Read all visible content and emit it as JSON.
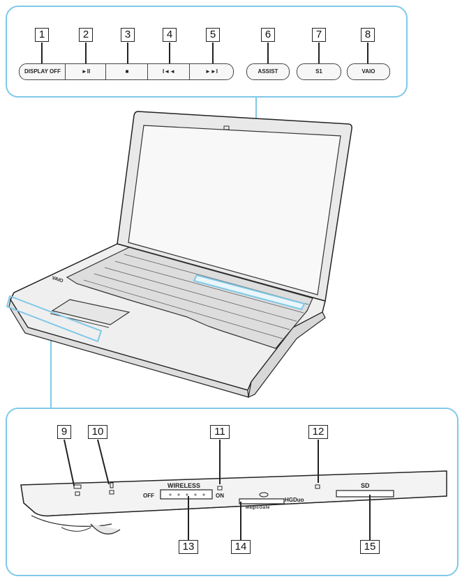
{
  "callouts": [
    "1",
    "2",
    "3",
    "4",
    "5",
    "6",
    "7",
    "8",
    "9",
    "10",
    "11",
    "12",
    "13",
    "14",
    "15"
  ],
  "keys": {
    "display_off": "DISPLAY OFF",
    "play_pause": "►II",
    "stop": "■",
    "previous": "I◄◄",
    "next": "►►I",
    "assist": "ASSIST",
    "s1": "S1",
    "vaio": "VAIO"
  },
  "front_panel": {
    "wireless": "WIRELESS",
    "off": "OFF",
    "on": "ON",
    "hg_duo": "HGDuo",
    "magic_gate": "MagicGate",
    "sd": "SD"
  },
  "brand": "VAIO",
  "colors": {
    "frame": "#7fc8e8",
    "outline": "#222222"
  }
}
